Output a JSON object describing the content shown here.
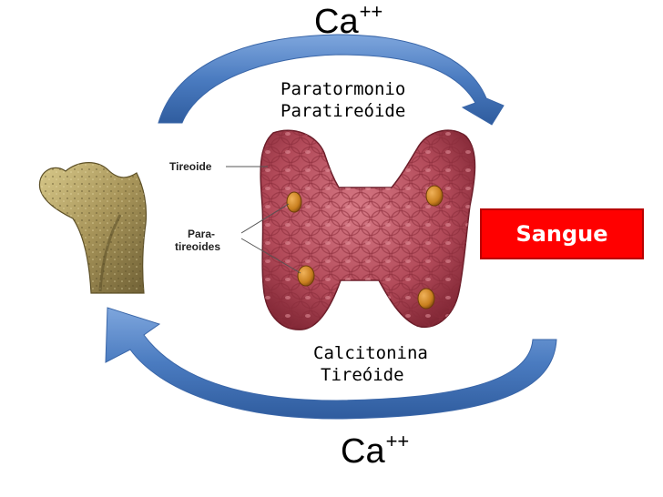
{
  "top_ion": {
    "symbol": "Ca",
    "charge": "++"
  },
  "bottom_ion": {
    "symbol": "Ca",
    "charge": "++"
  },
  "hormone_top": {
    "line1": "Paratormonio",
    "line2": "Paratireóide"
  },
  "hormone_bottom": {
    "line1": "Calcitonina",
    "line2": "Tireóide"
  },
  "gland_labels": {
    "thyroid": "Tireoide",
    "parathyroid_line1": "Para-",
    "parathyroid_line2": "tireoides"
  },
  "target": {
    "label": "Sangue"
  },
  "colors": {
    "arrow": "#4a7bc0",
    "sangue_bg": "#ff0000",
    "thyroid": "#b8505e",
    "parathyroid": "#d08a2a"
  },
  "icons": [
    "bone-icon",
    "thyroid-gland-icon",
    "parathyroid-gland-icon",
    "curved-arrow-icon"
  ]
}
